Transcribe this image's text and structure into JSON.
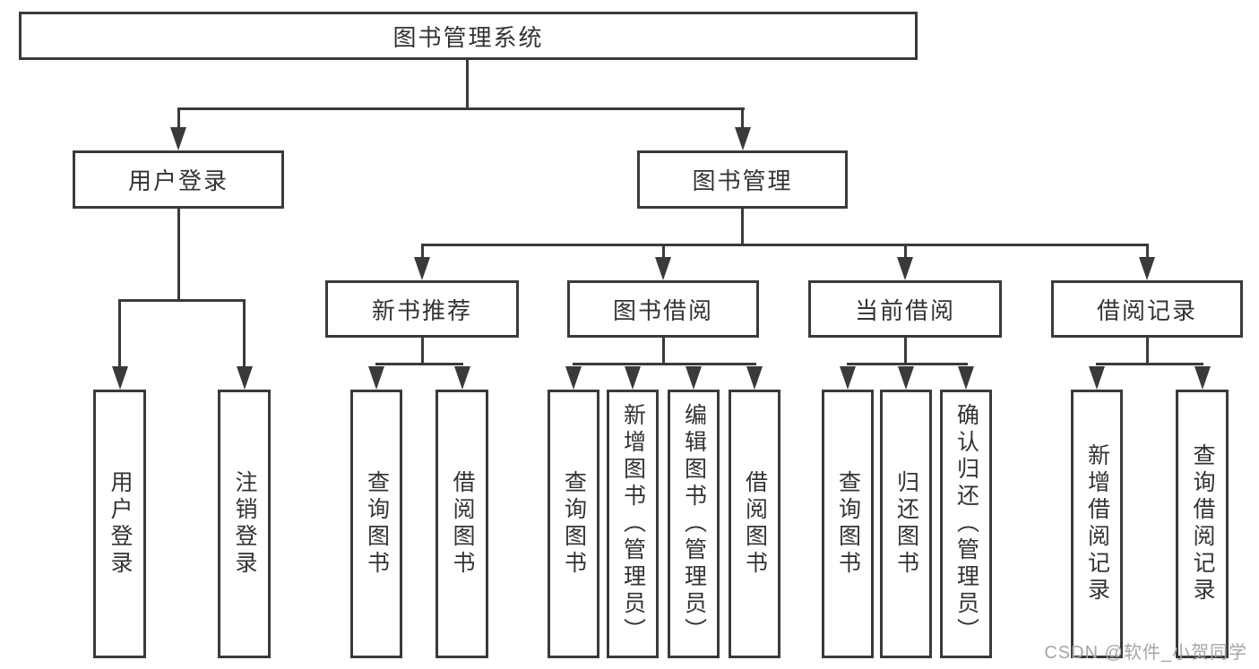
{
  "root": {
    "label": "图书管理系统"
  },
  "branches": [
    {
      "label": "用户登录",
      "children": [
        {
          "label": "用户登录"
        },
        {
          "label": "注销登录"
        }
      ]
    },
    {
      "label": "图书管理",
      "sections": [
        {
          "label": "新书推荐",
          "children": [
            {
              "label": "查询图书"
            },
            {
              "label": "借阅图书"
            }
          ]
        },
        {
          "label": "图书借阅",
          "children": [
            {
              "label": "查询图书"
            },
            {
              "label": "新增图书（管理员）"
            },
            {
              "label": "编辑图书（管理员）"
            },
            {
              "label": "借阅图书"
            }
          ]
        },
        {
          "label": "当前借阅",
          "children": [
            {
              "label": "查询图书"
            },
            {
              "label": "归还图书"
            },
            {
              "label": "确认归还（管理员）"
            }
          ]
        },
        {
          "label": "借阅记录",
          "children": [
            {
              "label": "新增借阅记录"
            },
            {
              "label": "查询借阅记录"
            }
          ]
        }
      ]
    }
  ],
  "watermark": "CSDN @软件_小贺同学",
  "colors": {
    "line": "#3a3a3a",
    "text": "#333333",
    "watermark": "#a6a6a6",
    "background": "#ffffff"
  }
}
